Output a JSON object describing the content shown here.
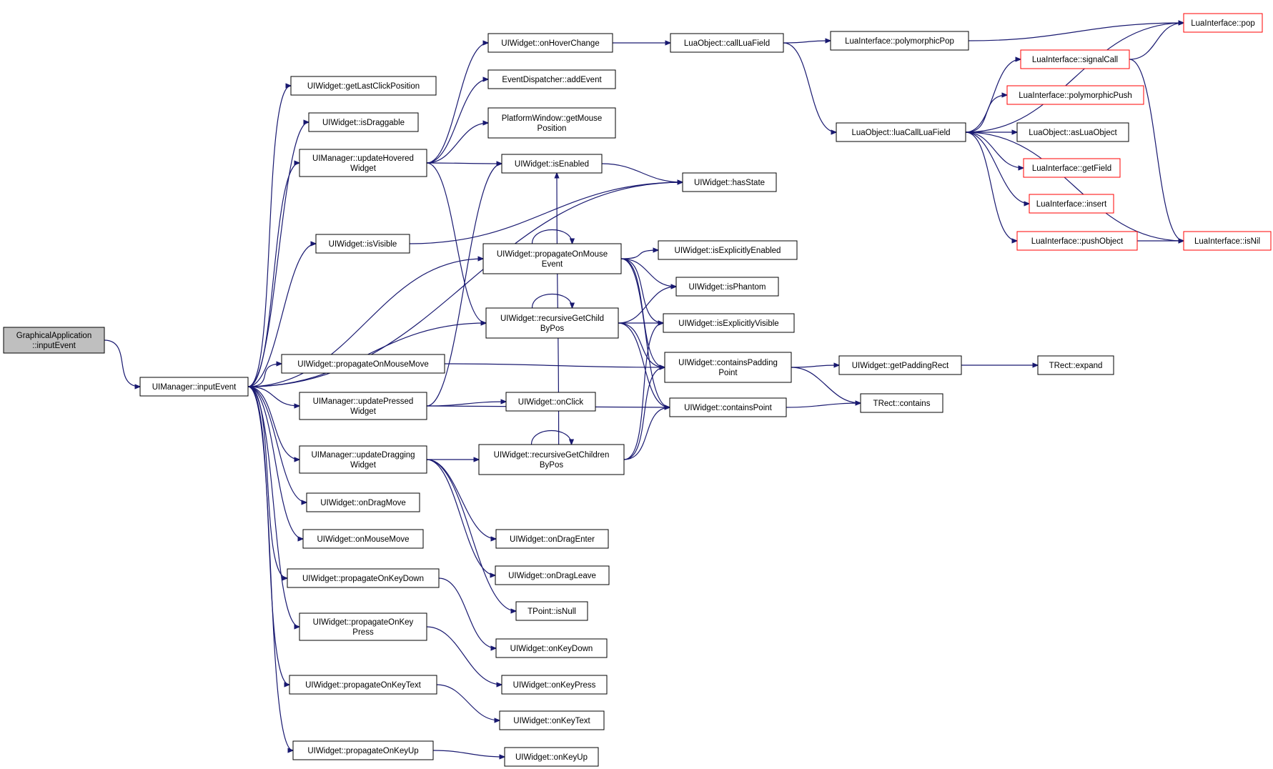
{
  "nodes": {
    "n0": {
      "lines": [
        "GraphicalApplication",
        "::inputEvent"
      ],
      "style": "root"
    },
    "n1": {
      "lines": [
        "UIManager::inputEvent"
      ]
    },
    "n2": {
      "lines": [
        "UIWidget::getLastClickPosition"
      ]
    },
    "n3": {
      "lines": [
        "UIWidget::isDraggable"
      ]
    },
    "n4": {
      "lines": [
        "UIManager::updateHovered",
        "Widget"
      ]
    },
    "n5": {
      "lines": [
        "UIWidget::isVisible"
      ]
    },
    "n6": {
      "lines": [
        "UIWidget::propagateOnMouseMove"
      ]
    },
    "n7": {
      "lines": [
        "UIManager::updatePressed",
        "Widget"
      ]
    },
    "n8": {
      "lines": [
        "UIManager::updateDragging",
        "Widget"
      ]
    },
    "n9": {
      "lines": [
        "UIWidget::onDragMove"
      ]
    },
    "n10": {
      "lines": [
        "UIWidget::onMouseMove"
      ]
    },
    "n11": {
      "lines": [
        "UIWidget::propagateOnKeyDown"
      ]
    },
    "n12": {
      "lines": [
        "UIWidget::propagateOnKey",
        "Press"
      ]
    },
    "n13": {
      "lines": [
        "UIWidget::propagateOnKeyText"
      ]
    },
    "n14": {
      "lines": [
        "UIWidget::propagateOnKeyUp"
      ]
    },
    "n15": {
      "lines": [
        "UIWidget::onHoverChange"
      ]
    },
    "n16": {
      "lines": [
        "EventDispatcher::addEvent"
      ]
    },
    "n17": {
      "lines": [
        "PlatformWindow::getMouse",
        "Position"
      ]
    },
    "n18": {
      "lines": [
        "UIWidget::isEnabled"
      ]
    },
    "n19": {
      "lines": [
        "UIWidget::propagateOnMouse",
        "Event"
      ]
    },
    "n20": {
      "lines": [
        "UIWidget::recursiveGetChild",
        "ByPos"
      ]
    },
    "n21": {
      "lines": [
        "UIWidget::onClick"
      ]
    },
    "n22": {
      "lines": [
        "UIWidget::recursiveGetChildren",
        "ByPos"
      ]
    },
    "n23": {
      "lines": [
        "UIWidget::onDragEnter"
      ]
    },
    "n24": {
      "lines": [
        "UIWidget::onDragLeave"
      ]
    },
    "n25": {
      "lines": [
        "TPoint::isNull"
      ]
    },
    "n26": {
      "lines": [
        "UIWidget::onKeyDown"
      ]
    },
    "n27": {
      "lines": [
        "UIWidget::onKeyPress"
      ]
    },
    "n28": {
      "lines": [
        "UIWidget::onKeyText"
      ]
    },
    "n29": {
      "lines": [
        "UIWidget::onKeyUp"
      ]
    },
    "n30": {
      "lines": [
        "LuaObject::callLuaField"
      ]
    },
    "n31": {
      "lines": [
        "UIWidget::hasState"
      ]
    },
    "n32": {
      "lines": [
        "UIWidget::isExplicitlyEnabled"
      ]
    },
    "n33": {
      "lines": [
        "UIWidget::isPhantom"
      ]
    },
    "n34": {
      "lines": [
        "UIWidget::isExplicitlyVisible"
      ]
    },
    "n35": {
      "lines": [
        "UIWidget::containsPadding",
        "Point"
      ]
    },
    "n36": {
      "lines": [
        "UIWidget::containsPoint"
      ]
    },
    "n37": {
      "lines": [
        "LuaInterface::polymorphicPop"
      ]
    },
    "n38": {
      "lines": [
        "LuaObject::luaCallLuaField"
      ]
    },
    "n39": {
      "lines": [
        "UIWidget::getPaddingRect"
      ]
    },
    "n40": {
      "lines": [
        "TRect::contains"
      ]
    },
    "n41": {
      "lines": [
        "LuaInterface::signalCall"
      ],
      "style": "trunc"
    },
    "n42": {
      "lines": [
        "LuaInterface::polymorphicPush"
      ],
      "style": "trunc"
    },
    "n43": {
      "lines": [
        "LuaObject::asLuaObject"
      ]
    },
    "n44": {
      "lines": [
        "LuaInterface::getField"
      ],
      "style": "trunc"
    },
    "n45": {
      "lines": [
        "LuaInterface::insert"
      ],
      "style": "trunc"
    },
    "n46": {
      "lines": [
        "LuaInterface::pushObject"
      ],
      "style": "trunc"
    },
    "n47": {
      "lines": [
        "TRect::expand"
      ]
    },
    "n48": {
      "lines": [
        "LuaInterface::pop"
      ],
      "style": "trunc"
    },
    "n49": {
      "lines": [
        "LuaInterface::isNil"
      ],
      "style": "trunc"
    }
  },
  "edges": [
    [
      "n0",
      "n1"
    ],
    [
      "n1",
      "n2"
    ],
    [
      "n1",
      "n3"
    ],
    [
      "n1",
      "n4"
    ],
    [
      "n1",
      "n31"
    ],
    [
      "n1",
      "n5"
    ],
    [
      "n1",
      "n19"
    ],
    [
      "n1",
      "n20"
    ],
    [
      "n1",
      "n6"
    ],
    [
      "n1",
      "n7"
    ],
    [
      "n1",
      "n8"
    ],
    [
      "n1",
      "n9"
    ],
    [
      "n1",
      "n10"
    ],
    [
      "n1",
      "n11"
    ],
    [
      "n1",
      "n12"
    ],
    [
      "n1",
      "n13"
    ],
    [
      "n1",
      "n14"
    ],
    [
      "n4",
      "n15"
    ],
    [
      "n4",
      "n16"
    ],
    [
      "n4",
      "n17"
    ],
    [
      "n4",
      "n18"
    ],
    [
      "n4",
      "n20"
    ],
    [
      "n5",
      "n31"
    ],
    [
      "n6",
      "n35"
    ],
    [
      "n7",
      "n18"
    ],
    [
      "n7",
      "n21"
    ],
    [
      "n7",
      "n36"
    ],
    [
      "n8",
      "n22"
    ],
    [
      "n8",
      "n23"
    ],
    [
      "n8",
      "n24"
    ],
    [
      "n8",
      "n25"
    ],
    [
      "n11",
      "n26"
    ],
    [
      "n12",
      "n27"
    ],
    [
      "n13",
      "n28"
    ],
    [
      "n14",
      "n29"
    ],
    [
      "n15",
      "n30"
    ],
    [
      "n18",
      "n31"
    ],
    [
      "n19",
      "n19"
    ],
    [
      "n19",
      "n32"
    ],
    [
      "n19",
      "n33"
    ],
    [
      "n19",
      "n34"
    ],
    [
      "n19",
      "n35"
    ],
    [
      "n19",
      "n36"
    ],
    [
      "n20",
      "n20"
    ],
    [
      "n20",
      "n33"
    ],
    [
      "n20",
      "n34"
    ],
    [
      "n20",
      "n35"
    ],
    [
      "n20",
      "n36"
    ],
    [
      "n22",
      "n22"
    ],
    [
      "n22",
      "n18"
    ],
    [
      "n22",
      "n34"
    ],
    [
      "n22",
      "n35"
    ],
    [
      "n22",
      "n36"
    ],
    [
      "n30",
      "n37"
    ],
    [
      "n30",
      "n38"
    ],
    [
      "n35",
      "n39"
    ],
    [
      "n35",
      "n40"
    ],
    [
      "n36",
      "n40"
    ],
    [
      "n37",
      "n48"
    ],
    [
      "n38",
      "n48"
    ],
    [
      "n38",
      "n41"
    ],
    [
      "n38",
      "n42"
    ],
    [
      "n38",
      "n43"
    ],
    [
      "n38",
      "n44"
    ],
    [
      "n38",
      "n45"
    ],
    [
      "n38",
      "n46"
    ],
    [
      "n38",
      "n49"
    ],
    [
      "n39",
      "n47"
    ],
    [
      "n41",
      "n48"
    ],
    [
      "n41",
      "n49"
    ],
    [
      "n46",
      "n49"
    ]
  ]
}
